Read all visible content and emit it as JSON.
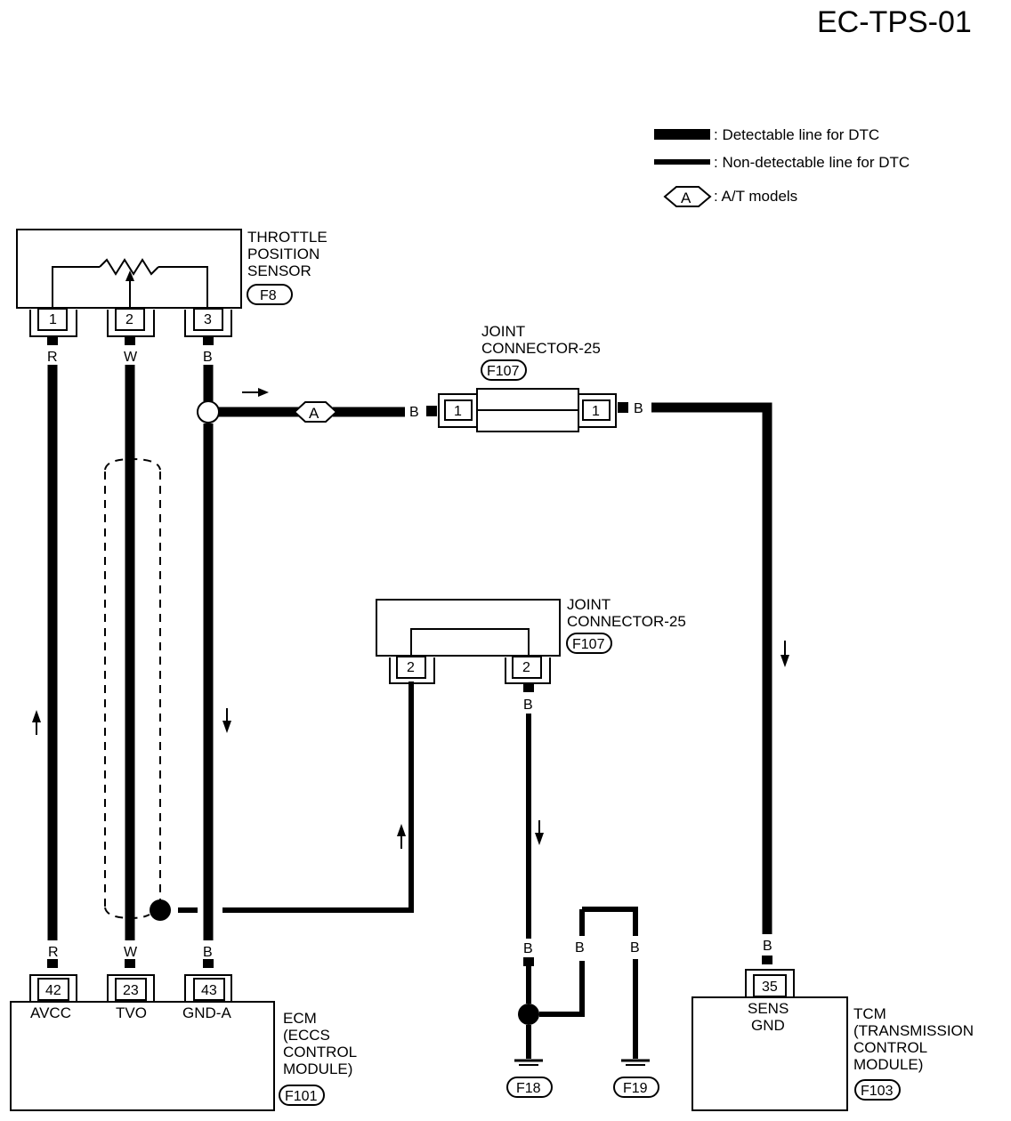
{
  "title": "EC-TPS-01",
  "legend": {
    "detectable": ": Detectable line for DTC",
    "non_detectable": ": Non-detectable line for DTC",
    "at_symbol": "A",
    "at_models": ": A/T models"
  },
  "tps": {
    "name_line1": "THROTTLE",
    "name_line2": "POSITION",
    "name_line3": "SENSOR",
    "connector": "F8",
    "pins": [
      "1",
      "2",
      "3"
    ]
  },
  "jc_top": {
    "name_line1": "JOINT",
    "name_line2": "CONNECTOR-25",
    "connector": "F107",
    "pin_left": "1",
    "pin_right": "1"
  },
  "jc_mid": {
    "name_line1": "JOINT",
    "name_line2": "CONNECTOR-25",
    "connector": "F107",
    "pin_left": "2",
    "pin_right": "2"
  },
  "ecm": {
    "name_line1": "ECM",
    "name_line2": "(ECCS",
    "name_line3": "CONTROL",
    "name_line4": "MODULE)",
    "connector": "F101",
    "pins": [
      "42",
      "23",
      "43"
    ],
    "pin_names": [
      "AVCC",
      "TVO",
      "GND-A"
    ]
  },
  "tcm": {
    "name_line1": "TCM",
    "name_line2": "(TRANSMISSION",
    "name_line3": "CONTROL",
    "name_line4": "MODULE)",
    "connector": "F103",
    "pin": "35",
    "pin_name_line1": "SENS",
    "pin_name_line2": "GND"
  },
  "wire_colors": {
    "tps1_top": "R",
    "tps2_top": "W",
    "tps3_top": "B",
    "ecm42": "R",
    "ecm23": "W",
    "ecm43": "B",
    "jc_left_in": "B",
    "jc_right_out": "B",
    "jc2_out": "B",
    "gnd_f18_wire": "B",
    "gnd_branch_left": "B",
    "gnd_branch_right": "B",
    "tcm35": "B"
  },
  "at_marker": "A",
  "grounds": {
    "f18": "F18",
    "f19": "F19"
  }
}
